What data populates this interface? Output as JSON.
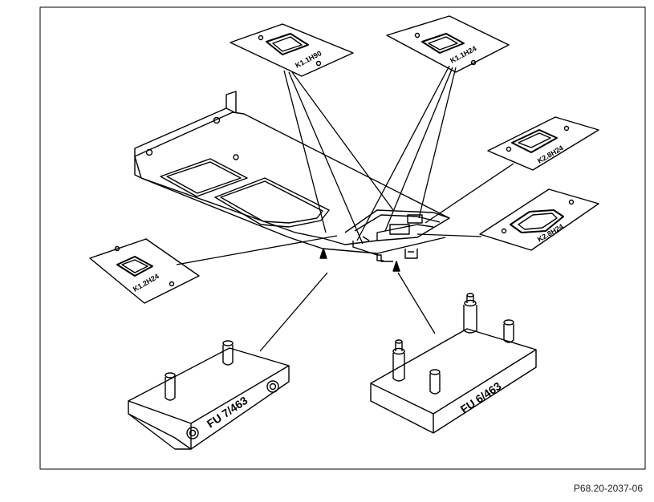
{
  "figure": {
    "reference_code": "P68.20-2037-06"
  },
  "labels": {
    "plate_top_left": "K1.1H90",
    "plate_top_right": "K1.1H24",
    "plate_right_upper": "K2.8H24",
    "plate_right_lower": "K2.8H24",
    "plate_left": "K1.2H24",
    "fixture_left": "FU 7/463",
    "fixture_right": "FU 6/463"
  },
  "colors": {
    "line": "#000000",
    "background": "#ffffff"
  }
}
